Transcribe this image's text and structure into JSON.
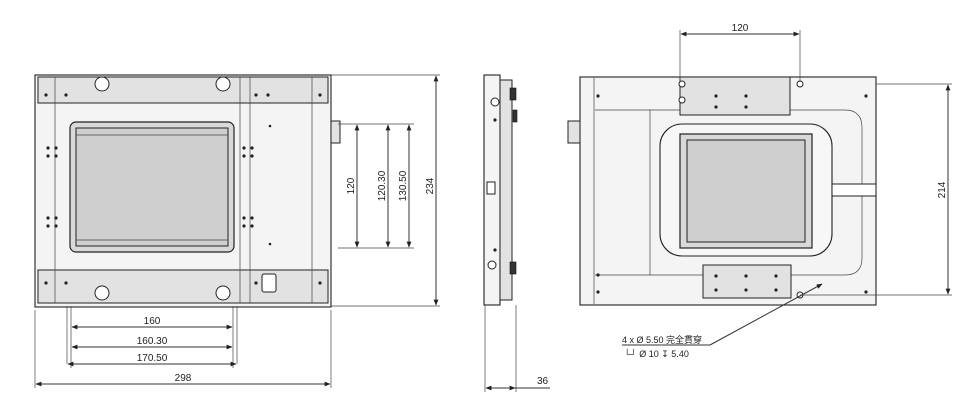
{
  "views": {
    "front": {
      "dims": {
        "w160": "160",
        "w160_30": "160.30",
        "w170_50": "170.50",
        "w298": "298",
        "h120": "120",
        "h120_30": "120.30",
        "h130_50": "130.50",
        "h234": "234"
      }
    },
    "side": {
      "dims": {
        "t36": "36"
      }
    },
    "back": {
      "dims": {
        "w120": "120",
        "h214": "214"
      },
      "note": {
        "line1": "4 x Ø 5.50 完全貫穿",
        "line2": "└┘ Ø 10 ↧ 5.40"
      }
    }
  }
}
